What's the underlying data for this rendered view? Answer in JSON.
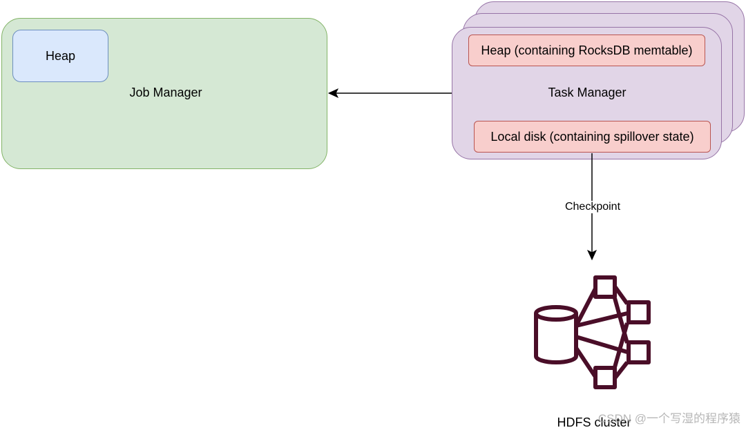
{
  "job_manager": {
    "heap_label": "Heap",
    "label": "Job Manager"
  },
  "task_manager": {
    "heap_label": "Heap (containing RocksDB memtable)",
    "label": "Task Manager",
    "disk_label": "Local disk (containing spillover state)"
  },
  "edges": {
    "checkpoint_label": "Checkpoint"
  },
  "hdfs": {
    "label": "HDFS cluster",
    "icon": "hdfs-cluster-icon"
  },
  "watermark": "CSDN @一个写湿的程序猿",
  "colors": {
    "job_manager_fill": "#d5e8d4",
    "job_manager_stroke": "#82b366",
    "heap_fill": "#dae8fc",
    "heap_stroke": "#6c8ebf",
    "task_manager_fill": "#e1d5e7",
    "task_manager_stroke": "#9673a6",
    "inner_fill": "#f8cecc",
    "inner_stroke": "#b85450",
    "hdfs_icon": "#4a0e28"
  }
}
